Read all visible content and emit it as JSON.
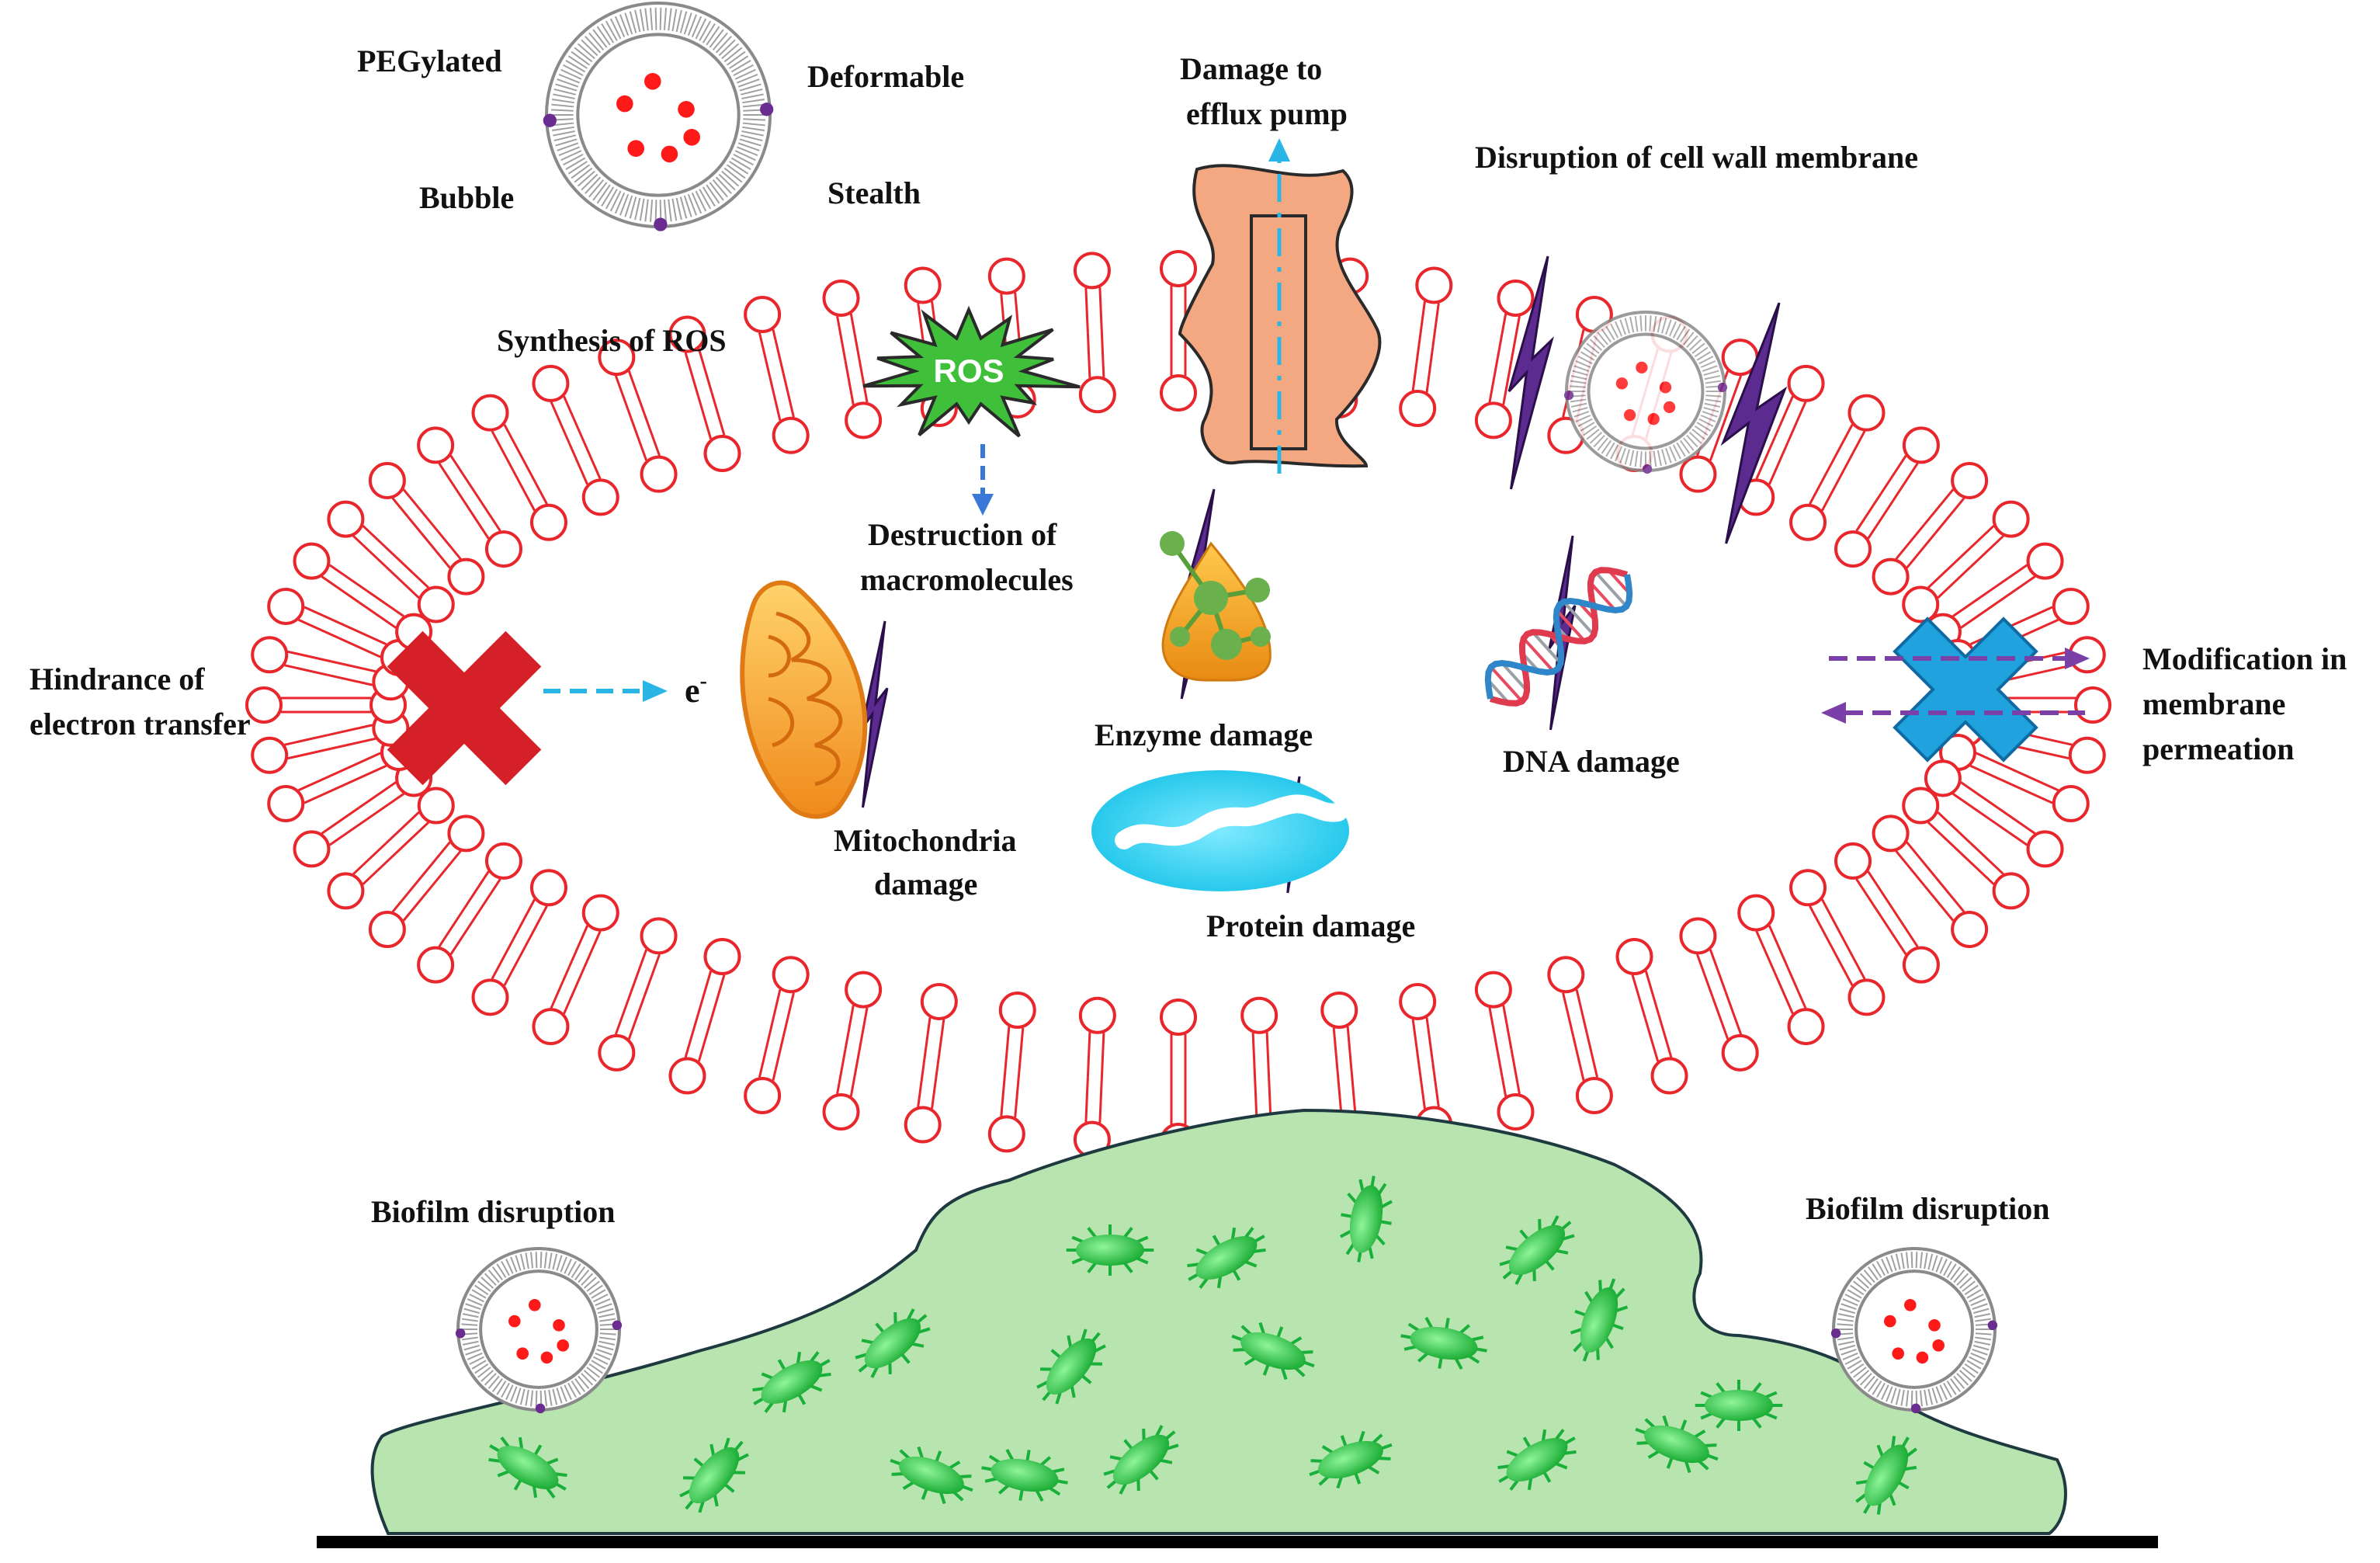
{
  "labels": {
    "pegylated": "PEGylated",
    "deformable": "Deformable",
    "bubble": "Bubble",
    "stealth": "Stealth",
    "damage_efflux_1": "Damage to",
    "damage_efflux_2": "efflux pump",
    "disruption_cell_wall": "Disruption of cell wall membrane",
    "synthesis_ros": "Synthesis of ROS",
    "ros": "ROS",
    "destruction_1": "Destruction of",
    "destruction_2": "macromolecules",
    "hindrance_1": "Hindrance of",
    "hindrance_2": "electron transfer",
    "electron": "e",
    "electron_sup": "-",
    "enzyme_damage": "Enzyme damage",
    "dna_damage": "DNA damage",
    "mito_1": "Mitochondria",
    "mito_2": "damage",
    "protein_damage": "Protein damage",
    "modification_1": "Modification in",
    "modification_2": "membrane",
    "modification_3": "permeation",
    "biofilm_left": "Biofilm disruption",
    "biofilm_right": "Biofilm disruption"
  },
  "colors": {
    "membrane": "#e8262b",
    "efflux_pump": "#f4a882",
    "ros_burst": "#3fbf3a",
    "bolt": "#5b2b8f",
    "cross_red": "#d42026",
    "cross_blue": "#1fa2de",
    "arrow_blue": "#29b6e6",
    "arrow_purple": "#7b3fa8",
    "biofilm": "#b8e4b0",
    "bacteria": "#1fc23a",
    "drug_dot": "#ff1a1a",
    "ligand_dot": "#6a2c91"
  }
}
